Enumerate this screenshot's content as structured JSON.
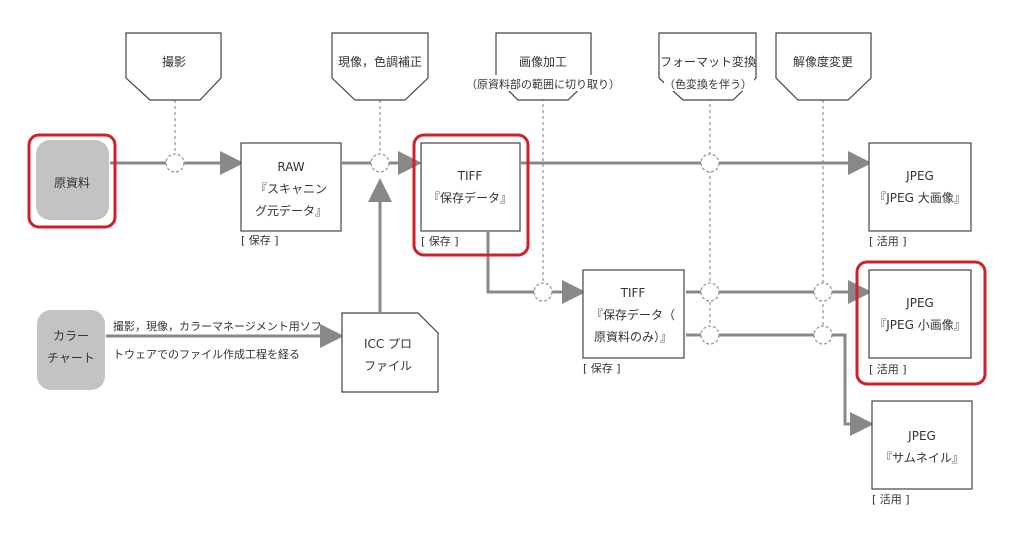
{
  "stages": {
    "shoot": [
      "撮影"
    ],
    "develop": [
      "現像，色調補正"
    ],
    "edit": [
      "画像加工",
      "（原資料部の範囲に切り取り）"
    ],
    "convert": [
      "フォーマット変換",
      "（色変換を伴う）"
    ],
    "resize": [
      "解像度変更"
    ]
  },
  "nodes": {
    "source": [
      "原資料"
    ],
    "raw": [
      "RAW",
      "『スキャニン",
      "グ元データ』"
    ],
    "tiff_main": [
      "TIFF",
      "『保存データ』"
    ],
    "tiff_sub": [
      "TIFF",
      "『保存データ（",
      "原資料のみ）』"
    ],
    "jpeg_large": [
      "JPEG",
      "『JPEG 大画像』"
    ],
    "jpeg_small": [
      "JPEG",
      "『JPEG 小画像』"
    ],
    "jpeg_thumb": [
      "JPEG",
      "『サムネイル』"
    ],
    "chart": [
      "カラー",
      "チャート"
    ],
    "icc": [
      "ICC プロ",
      "ファイル"
    ]
  },
  "captions": {
    "raw": "[ 保存 ]",
    "tiff_main": "[ 保存 ]",
    "tiff_sub": "[ 保存 ]",
    "jpeg_large": "[ 活用 ]",
    "jpeg_small": "[ 活用 ]",
    "jpeg_thumb": "[ 活用 ]"
  },
  "chart_process": [
    "撮影，現像，カラーマネージメント用ソフ",
    "トウェアでのファイル作成工程を経る"
  ],
  "colors": {
    "flow": "#888888",
    "highlight": "#d0202a",
    "gray_node": "#c3c3c3"
  }
}
